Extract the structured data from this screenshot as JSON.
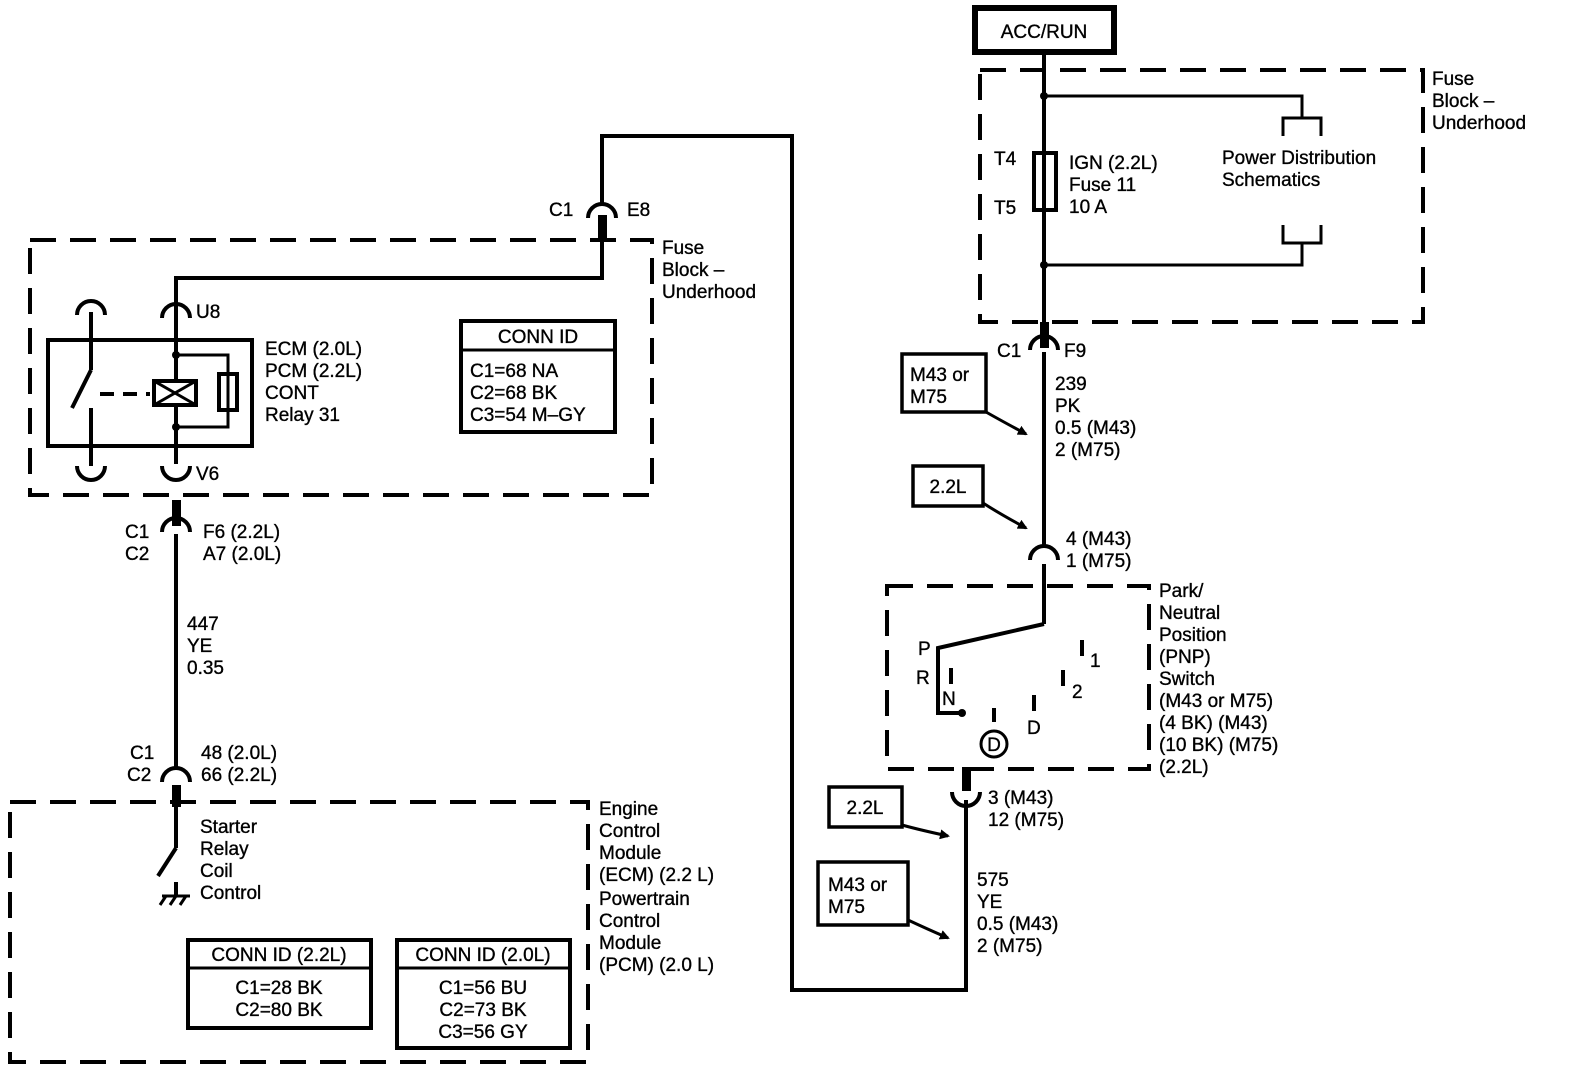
{
  "power_source": "ACC/RUN",
  "fuse_block_right": {
    "lines": [
      "Fuse",
      "Block –",
      "Underhood"
    ]
  },
  "fuse_block_left": {
    "lines": [
      "Fuse",
      "Block –",
      "Underhood"
    ]
  },
  "fuse": {
    "t4": "T4",
    "t5": "T5",
    "lines": [
      "IGN (2.2L)",
      "Fuse 11",
      "10 A"
    ]
  },
  "power_distribution": [
    "Power Distribution",
    "Schematics"
  ],
  "relay": {
    "pin_top": "U8",
    "pin_bottom": "V6",
    "lines": [
      "ECM (2.0L)",
      "PCM (2.2L)",
      "CONT",
      "Relay 31"
    ]
  },
  "conn_id_fuse_block": {
    "title": "CONN ID",
    "rows": [
      "C1=68 NA",
      "C2=68 BK",
      "C3=54 M–GY"
    ]
  },
  "conn_c1_e8": {
    "left": "C1",
    "right": "E8"
  },
  "conn_c1_f9": {
    "left": "C1",
    "right": "F9"
  },
  "conn_relay_out": {
    "left": [
      "C1",
      "C2"
    ],
    "right": [
      "F6 (2.2L)",
      "A7 (2.0L)"
    ]
  },
  "wire_447": [
    "447",
    "YE",
    "0.35"
  ],
  "conn_ecm": {
    "left": [
      "C1",
      "C2"
    ],
    "right": [
      "48 (2.0L)",
      "66 (2.2L)"
    ]
  },
  "ecm_module": {
    "inner": [
      "Starter",
      "Relay",
      "Coil",
      "Control"
    ],
    "names": [
      "Engine",
      "Control",
      "Module",
      "(ECM) (2.2 L)",
      "Powertrain",
      "Control",
      "Module",
      "(PCM) (2.0 L)"
    ]
  },
  "conn_id_22": {
    "title": "CONN ID (2.2L)",
    "rows": [
      "C1=28 BK",
      "C2=80 BK"
    ]
  },
  "conn_id_20": {
    "title": "CONN ID (2.0L)",
    "rows": [
      "C1=56 BU",
      "C2=73 BK",
      "C3=56 GY"
    ]
  },
  "wire_239": [
    "239",
    "PK",
    "0.5 (M43)",
    "2 (M75)"
  ],
  "tag_m43_m75_upper": [
    "M43 or",
    "M75"
  ],
  "tag_22l_upper": "2.2L",
  "conn_pnp_in": [
    "4 (M43)",
    "1 (M75)"
  ],
  "pnp_switch": {
    "labels": [
      "Park/",
      "Neutral",
      "Position",
      "(PNP)",
      "Switch",
      "(M43 or M75)",
      "(4 BK) (M43)",
      "(10 BK) (M75)",
      "(2.2L)"
    ],
    "positions": {
      "p": "P",
      "r": "R",
      "n": "N",
      "d": "D",
      "d_circle": "D",
      "one": "1",
      "two": "2"
    }
  },
  "conn_pnp_out": [
    "3 (M43)",
    "12 (M75)"
  ],
  "tag_22l_lower": "2.2L",
  "tag_m43_m75_lower": [
    "M43 or",
    "M75"
  ],
  "wire_575": [
    "575",
    "YE",
    "0.5 (M43)",
    "2 (M75)"
  ]
}
